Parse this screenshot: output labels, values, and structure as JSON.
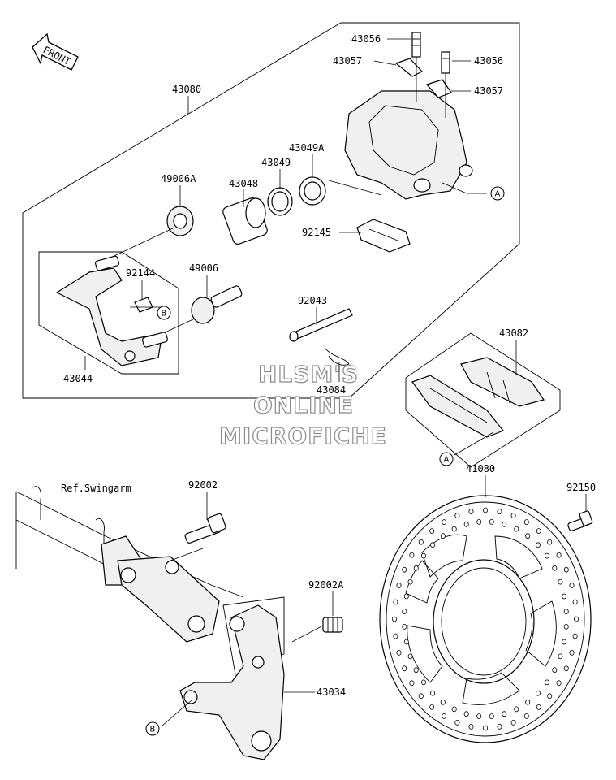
{
  "front_arrow": {
    "text": "FRONT"
  },
  "part_labels": {
    "p43056a": "43056",
    "p43056b": "43056",
    "p43057a": "43057",
    "p43057b": "43057",
    "p43080": "43080",
    "p49006A": "49006A",
    "p43048": "43048",
    "p43049": "43049",
    "p43049A": "43049A",
    "p92145": "92145",
    "p92144": "92144",
    "p49006": "49006",
    "p92043": "92043",
    "p43044": "43044",
    "p43084": "43084",
    "p43082": "43082",
    "p92002": "92002",
    "p41080": "41080",
    "p92150": "92150",
    "p92002A": "92002A",
    "p43034": "43034"
  },
  "reference_label": "Ref.Swingarm",
  "ref_markers": {
    "a": "A",
    "b": "B"
  },
  "watermark": {
    "line1": "HLSM'S",
    "line2": "ONLINE",
    "line3": "MICROFICHE"
  }
}
